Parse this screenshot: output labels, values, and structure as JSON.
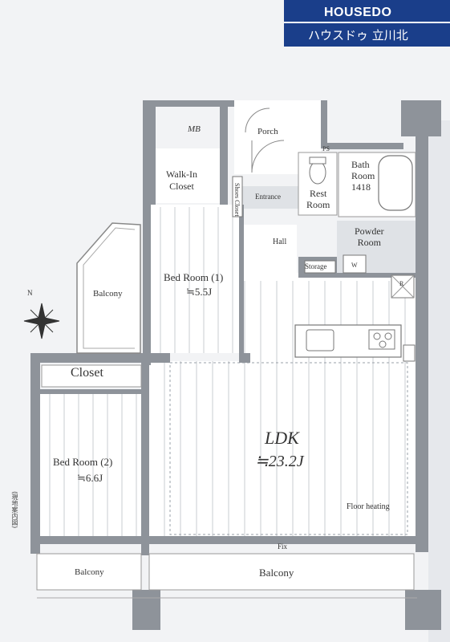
{
  "brand": {
    "logo": "HOUSEDO",
    "subtitle": "ハウスドゥ 立川北",
    "color": "#1a3e8a"
  },
  "rooms": {
    "mb": "MB",
    "porch": "Porch",
    "walk_in_closet": [
      "Walk-In",
      "Closet"
    ],
    "ps": "PS",
    "bath_room": [
      "Bath",
      "Room",
      "1418"
    ],
    "rest_room": [
      "Rest",
      "Room"
    ],
    "entrance": "Entrance",
    "shoes_closet": "Shoes Closet",
    "hall": "Hall",
    "powder_room": [
      "Powder",
      "Room"
    ],
    "storage": "Storage",
    "washer": "W",
    "fridge": "R",
    "balcony_nw": "Balcony",
    "bedroom1": "Bed Room (1)",
    "bedroom1_size": "≒5.5J",
    "closet": "Closet",
    "bedroom2": "Bed Room (2)",
    "bedroom2_size": "≒6.6J",
    "ldk": "LDK",
    "ldk_size": "≒23.2J",
    "floor_heating": "Floor heating",
    "fix": "Fix",
    "balcony_sw": "Balcony",
    "balcony_s": "Balcony",
    "side_note": "(現地案内図)",
    "compass": "N"
  }
}
